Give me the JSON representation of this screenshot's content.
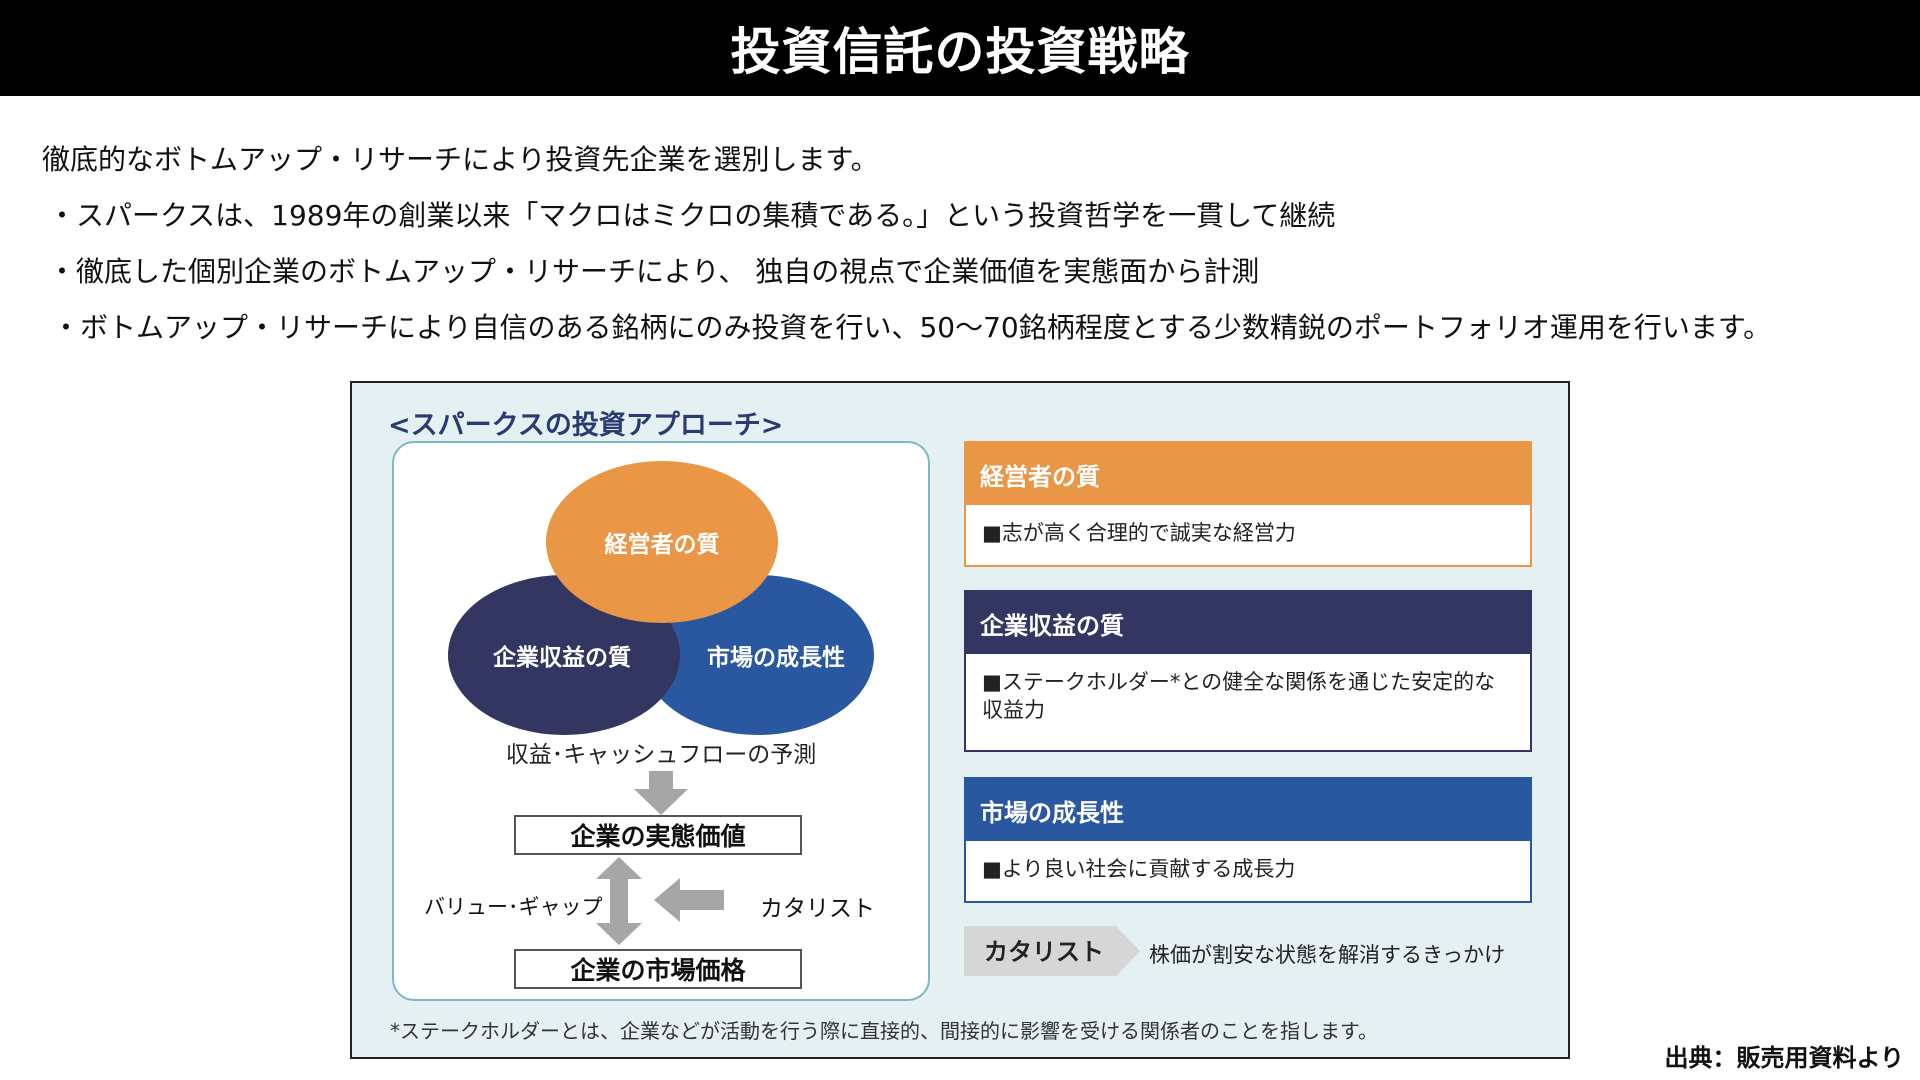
{
  "header": {
    "title": "投資信託の投資戦略"
  },
  "intro": "徹底的なボトムアップ・リサーチにより投資先企業を選別します。",
  "bullets": [
    "・スパークスは、1989年の創業以来「マクロはミクロの集積である。」という投資哲学を一貫して継続",
    "・徹底した個別企業のボトムアップ・リサーチにより、 独自の視点で企業価値を実態面から計測",
    "・ボトムアップ・リサーチにより自信のある銘柄にのみ投資を行い、50〜70銘柄程度とする少数精鋭のポートフォリオ運用を行います。"
  ],
  "panel": {
    "title": "<スパークスの投資アプローチ>",
    "diagram": {
      "circle_management": "経営者の質",
      "circle_earnings": "企業収益の質",
      "circle_market": "市場の成長性",
      "forecast": "収益･キャッシュフローの予測",
      "intrinsic_value": "企業の実態価値",
      "market_price": "企業の市場価格",
      "value_gap": "バリュー･ギャップ",
      "catalyst": "カタリスト"
    },
    "cards": [
      {
        "title": "経営者の質",
        "body": "■志が高く合理的で誠実な経営力"
      },
      {
        "title": "企業収益の質",
        "body": "■ステークホルダー*との健全な関係を通じた安定的な収益力"
      },
      {
        "title": "市場の成長性",
        "body": "■より良い社会に貢献する成長力"
      }
    ],
    "catalyst_tag": "カタリスト",
    "catalyst_desc": "株価が割安な状態を解消するきっかけ",
    "footnote": "*ステークホルダーとは、企業などが活動を行う際に直接的、間接的に影響を受ける関係者のことを指します。"
  },
  "source": "出典：販売用資料より",
  "colors": {
    "orange": "#e99646",
    "navy": "#333660",
    "blue": "#2a58a0",
    "panel_bg": "#e4f0f1"
  }
}
